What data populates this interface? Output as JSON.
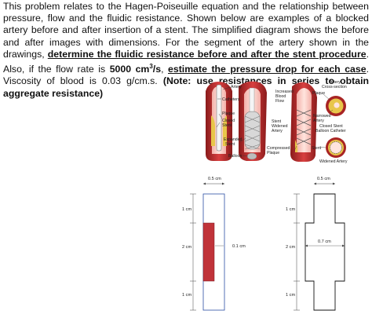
{
  "problem": {
    "text_1": "This problem relates to the Hagen-Poiseuille equation and the relationship between pressure, flow and the fluidic resistance. Shown below are examples of a blocked artery before and after insertion of a stent. The simplified diagram shows the before and after images with dimensions. For the segment of the artery shown in the drawings, ",
    "underline_1": "determine the fluidic resistance before and after the stent procedure",
    "text_2": ". Also, if the flow rate is ",
    "flow_rate": "5000 cm",
    "flow_unit_exp": "3",
    "flow_unit_tail": "/s",
    "text_3": ", ",
    "underline_2": "estimate the pressure drop for each case",
    "text_4": ". Viscosity of blood is 0.03 g/cm.s. ",
    "note": "(Note: use resistances in series to obtain aggregate resistance)"
  },
  "illustration": {
    "labels": {
      "artery": "Artery",
      "catheters": "Catheters",
      "plaque": "Plaque",
      "closed_stent_1": "Closed",
      "closed_stent_2": "Stent",
      "expanded_stent_1": "Expanded",
      "expanded_stent_2": "Stent",
      "balloon": "Balloon",
      "increased_1": "Increased",
      "increased_2": "Blood",
      "increased_3": "Flow",
      "stent_widened_1": "Stent",
      "stent_widened_2": "Widened",
      "stent_widened_3": "Artery",
      "compressed_1": "Compressed",
      "compressed_2": "Plaque",
      "cross_section_1": "Artery",
      "cross_section_2": "Cross-section",
      "cross_plaque": "Plaque",
      "narrowed_1": "Narrowed",
      "narrowed_2": "Artery",
      "closed_balloon_1": "Closed Stent",
      "closed_balloon_2": "Balloon Catheter",
      "stent_right": "Stent",
      "widened_artery": "Widened Artery"
    }
  },
  "diagram_before": {
    "top_width": "0.5 cm",
    "upper_len": "1 cm",
    "middle_len": "2 cm",
    "lower_len": "1 cm",
    "narrow_width": "0.1 cm",
    "colors": {
      "wall": "#2b4fa3",
      "plaque": "#c0333a"
    }
  },
  "diagram_after": {
    "top_width": "0.5 cm",
    "upper_len": "1 cm",
    "middle_len": "2 cm",
    "lower_len": "1 cm",
    "widened_width": "0.7 cm"
  }
}
